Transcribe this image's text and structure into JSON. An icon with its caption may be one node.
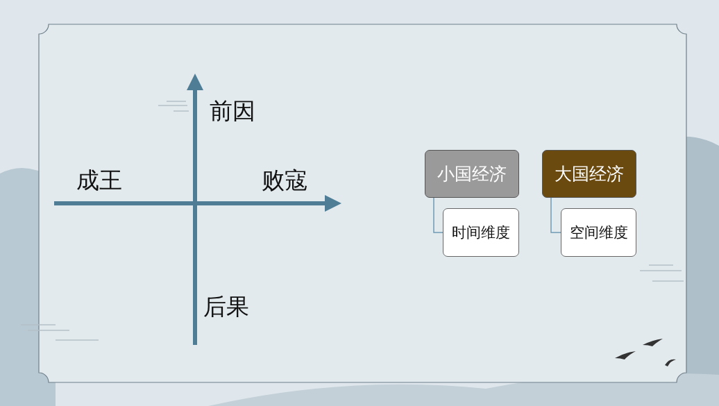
{
  "diagram": {
    "nodes": [
      {
        "text": [
          "小国经济"
        ]
      },
      {
        "text": [
          "时间维度"
        ]
      },
      {
        "text": [
          "大国经济"
        ]
      },
      {
        "text": [
          "空间维度"
        ]
      }
    ],
    "edges": [
      {
        "from": 0,
        "to": 1,
        "arrow": "none"
      },
      {
        "from": 2,
        "to": 3,
        "arrow": "none"
      }
    ],
    "labels": [
      "前因",
      "成王",
      "败寇",
      "后果"
    ]
  }
}
